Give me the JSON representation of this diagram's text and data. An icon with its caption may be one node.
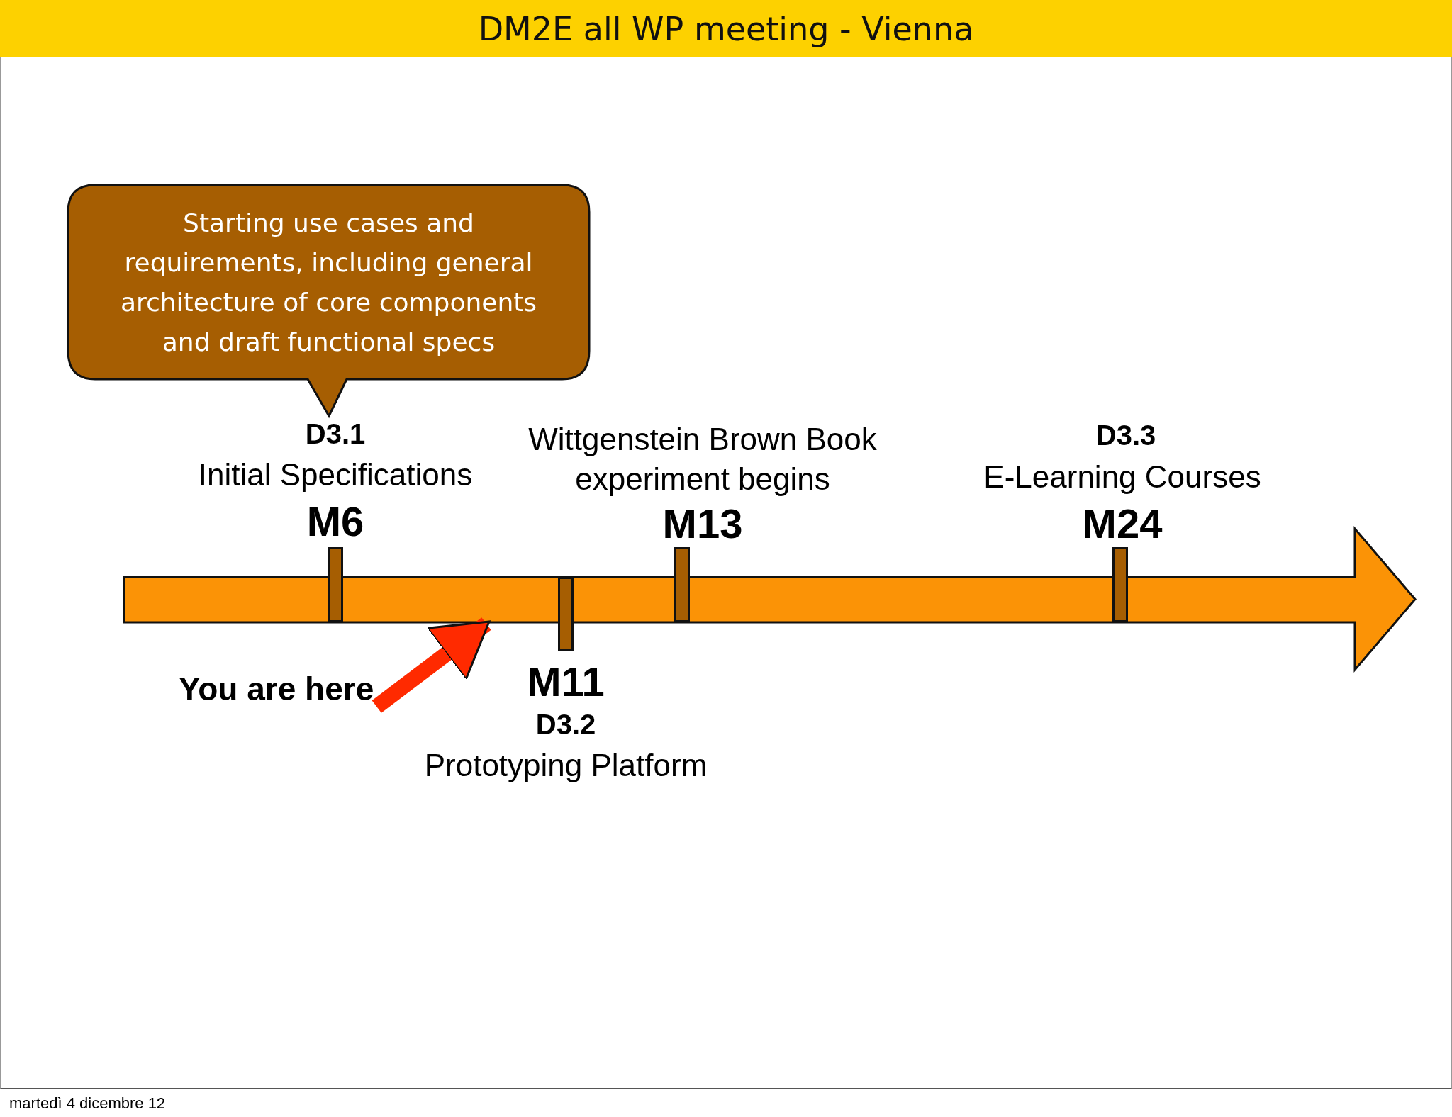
{
  "diagram": {
    "title": "DM2E all WP meeting - Vienna",
    "nodes": [
      {
        "text": [
          "Starting use cases and requirements, including general architecture of core components and draft functional specs"
        ]
      },
      {
        "text": [
          "You are here"
        ]
      },
      {
        "text": [],
        "shape": "arrow"
      },
      {
        "text": [],
        "shape": "bar",
        "in": 2
      },
      {
        "text": [],
        "shape": "bar",
        "in": 2
      },
      {
        "text": [],
        "shape": "bar",
        "in": 2
      },
      {
        "text": [],
        "shape": "bar",
        "in": 2
      }
    ],
    "edges": [
      {
        "from": 1,
        "to": 2,
        "arrow": "to",
        "color": "#ff2a00"
      }
    ],
    "labels": [
      "D3.1",
      "Wittgenstein Brown Book experiment begins",
      "D3.3",
      "Initial Specifications",
      "E-Learning Courses",
      "M6",
      "M13",
      "M24",
      "M11",
      "D3.2",
      "Prototyping Platform",
      "martedì 4 dicembre 12"
    ]
  }
}
